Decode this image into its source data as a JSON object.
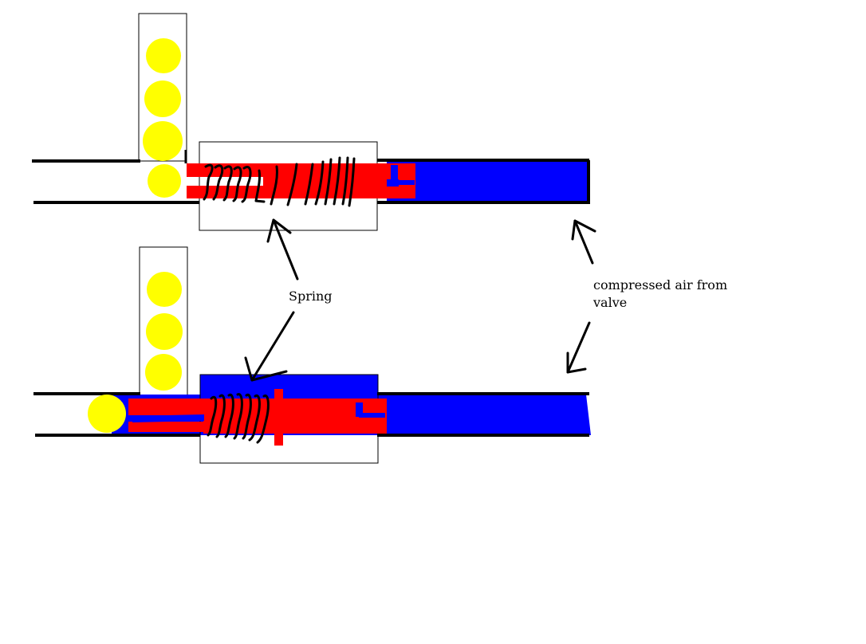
{
  "colors": {
    "background": "#ffffff",
    "outline": "#000000",
    "piston_red": "#ff0000",
    "air_blue": "#0000ff",
    "ball_yellow": "#ffff00"
  },
  "labels": {
    "spring": "Spring",
    "air_line1": "compressed air from",
    "air_line2": "valve"
  },
  "icons": {
    "arrow": "hand-drawn-arrow",
    "spring": "coil-spring",
    "ball": "yellow-ball"
  }
}
